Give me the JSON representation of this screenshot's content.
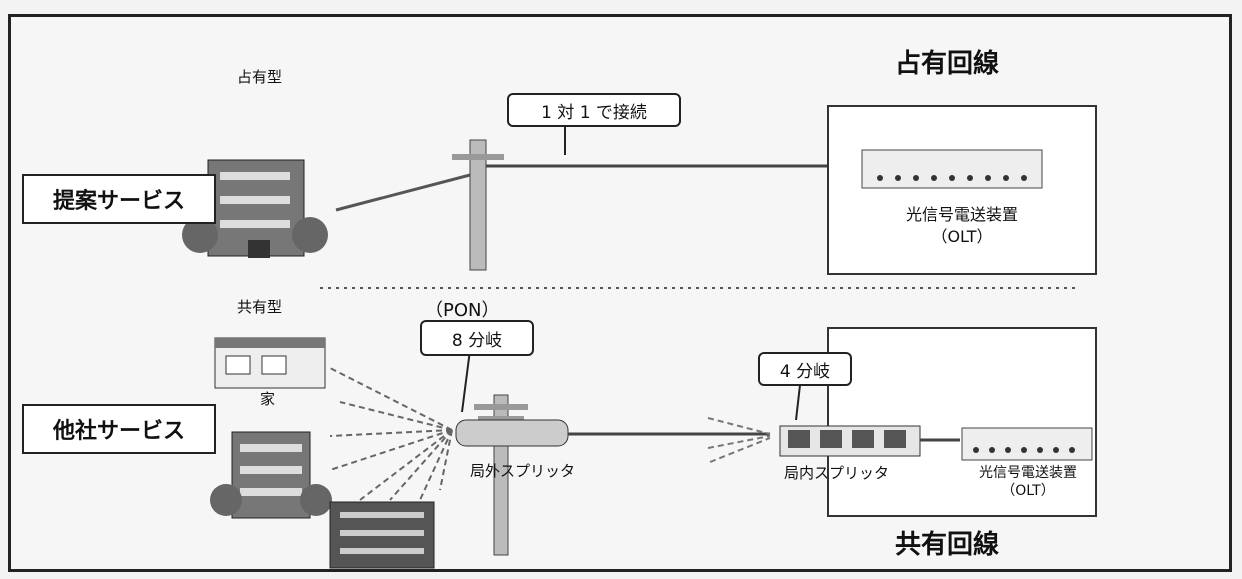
{
  "top": {
    "type_label": "占有型",
    "title": "占有回線",
    "service_label": "提案サービス",
    "callout": "1 対 1 で接続",
    "olt_line1": "光信号電送装置",
    "olt_line2": "（OLT）"
  },
  "bottom": {
    "type_label": "共有型",
    "pon_label": "（PON）",
    "title": "共有回線",
    "service_label": "他社サービス",
    "house_label": "家",
    "callout_outer": "8 分岐",
    "callout_inner": "4 分岐",
    "outer_splitter": "局外スプリッタ",
    "inner_splitter": "局内スプリッタ",
    "olt_line1": "光信号電送装置",
    "olt_line2": "（OLT）"
  }
}
